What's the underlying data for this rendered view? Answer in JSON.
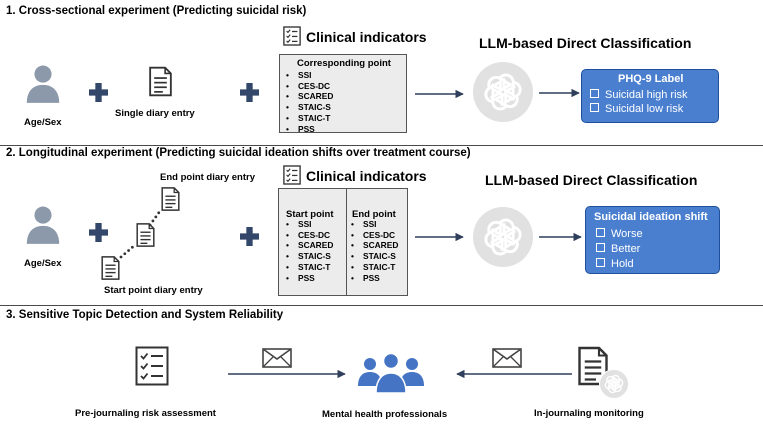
{
  "section1": {
    "title": "1. Cross-sectional experiment (Predicting suicidal risk)",
    "age_sex": "Age/Sex",
    "diary": "Single diary entry",
    "clinical_header": "Clinical indicators",
    "box_title": "Corresponding point",
    "indicators": [
      "SSI",
      "CES-DC",
      "SCARED",
      "STAIC-S",
      "STAIC-T",
      "PSS"
    ],
    "llm_header": "LLM-based Direct Classification",
    "result_title": "PHQ-9 Label",
    "result_options": [
      "Suicidal high risk",
      "Suicidal low risk"
    ]
  },
  "section2": {
    "title": "2. Longitudinal experiment (Predicting suicidal ideation shifts over treatment course)",
    "age_sex": "Age/Sex",
    "end_diary": "End point diary entry",
    "start_diary": "Start point diary entry",
    "clinical_header": "Clinical indicators",
    "start_title": "Start point",
    "end_title": "End point",
    "start_indicators": [
      "SSI",
      "CES-DC",
      "SCARED",
      "STAIC-S",
      "STAIC-T",
      "PSS"
    ],
    "end_indicators": [
      "SSI",
      "CES-DC",
      "SCARED",
      "STAIC-S",
      "STAIC-T",
      "PSS"
    ],
    "llm_header": "LLM-based Direct Classification",
    "result_title": "Suicidal ideation shift",
    "result_options": [
      "Worse",
      "Better",
      "Hold"
    ]
  },
  "section3": {
    "title": "3. Sensitive Topic Detection and System Reliability",
    "pre": "Pre-journaling risk assessment",
    "professionals": "Mental health professionals",
    "monitoring": "In-journaling monitoring"
  },
  "colors": {
    "accent_blue": "#4a7fd0",
    "plus_navy": "#33476a",
    "person_gray": "#8c99aa",
    "people_blue": "#4574c4"
  },
  "icons": [
    "person-icon",
    "plus-icon",
    "document-icon",
    "checklist-icon",
    "openai-logo-icon",
    "envelope-icon",
    "people-group-icon"
  ]
}
